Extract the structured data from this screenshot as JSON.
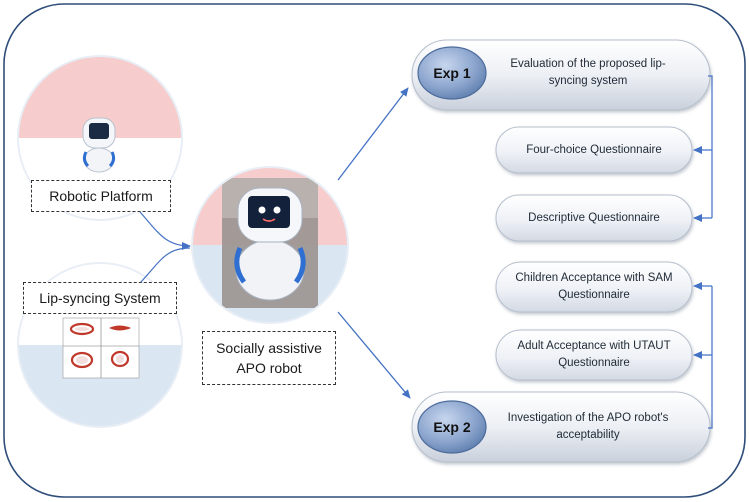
{
  "left": {
    "platform_label": "Robotic Platform",
    "lipsync_label": "Lip-syncing System",
    "center_label_line1": "Socially assistive",
    "center_label_line2": "APO robot"
  },
  "exp1": {
    "tag": "Exp 1",
    "line1": "Evaluation of the proposed lip-",
    "line2": "syncing system",
    "items": [
      {
        "line1": "Four-choice Questionnaire"
      },
      {
        "line1": "Descriptive Questionnaire"
      }
    ]
  },
  "exp2": {
    "tag": "Exp 2",
    "line1": "Investigation of the APO robot's",
    "line2": "acceptability",
    "items": [
      {
        "line1": "Children Acceptance with SAM",
        "line2": "Questionnaire"
      },
      {
        "line1": "Adult Acceptance with UTAUT",
        "line2": "Questionnaire"
      }
    ]
  },
  "colors": {
    "frame": "#2e4d7a",
    "arrow": "#4472c4",
    "pink": "#f6cccc",
    "blue_light": "#dbe6f3",
    "pill_fill": "#eef1f6",
    "lip_red": "#c0392b"
  }
}
